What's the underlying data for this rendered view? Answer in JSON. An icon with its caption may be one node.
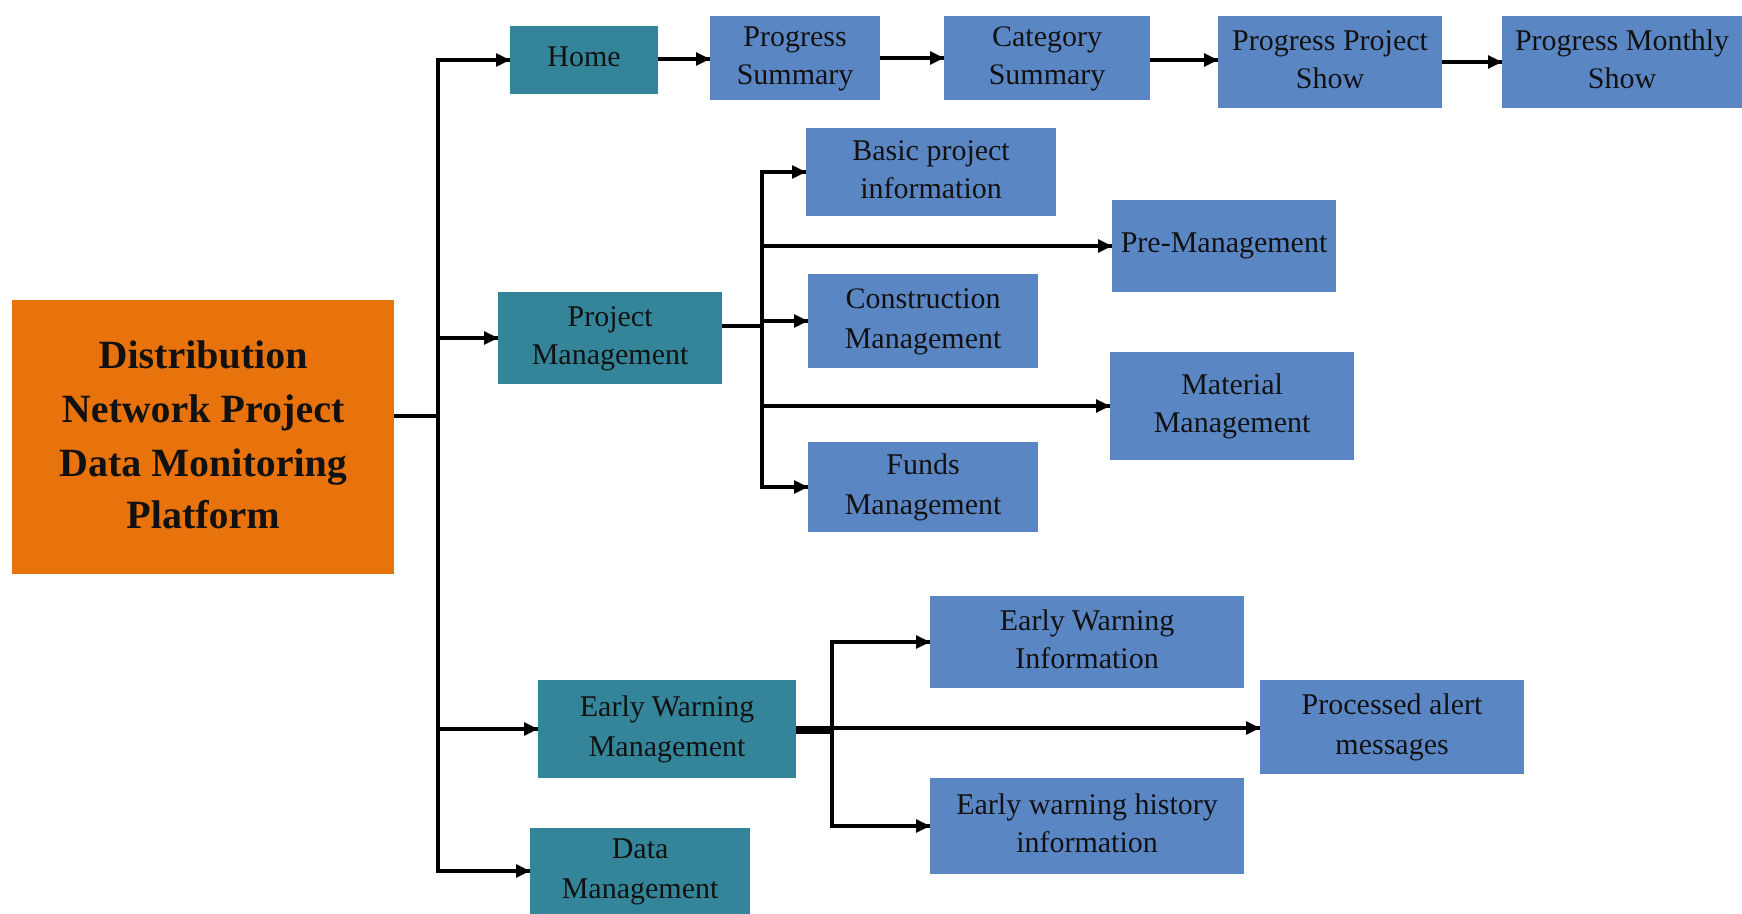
{
  "diagram": {
    "nodes": [
      {
        "text": [
          "Distribution Network Project Data Monitoring Platform"
        ]
      },
      {
        "text": [
          "Home"
        ]
      },
      {
        "text": [
          "Progress Summary"
        ]
      },
      {
        "text": [
          "Category Summary"
        ]
      },
      {
        "text": [
          "Progress Project Show"
        ]
      },
      {
        "text": [
          "Progress Monthly Show"
        ]
      },
      {
        "text": [
          "Project Management"
        ]
      },
      {
        "text": [
          "Basic project information"
        ]
      },
      {
        "text": [
          "Pre-Management"
        ]
      },
      {
        "text": [
          "Construction Management"
        ]
      },
      {
        "text": [
          "Material Management"
        ]
      },
      {
        "text": [
          "Funds Management"
        ]
      },
      {
        "text": [
          "Early Warning Management"
        ]
      },
      {
        "text": [
          "Early Warning Information"
        ]
      },
      {
        "text": [
          "Processed alert messages"
        ]
      },
      {
        "text": [
          "Early warning history information"
        ]
      },
      {
        "text": [
          "Data Management"
        ]
      }
    ],
    "edges": [
      {
        "from": 0,
        "to": 1,
        "arrow": "to"
      },
      {
        "from": 0,
        "to": 6,
        "arrow": "to"
      },
      {
        "from": 0,
        "to": 12,
        "arrow": "to"
      },
      {
        "from": 0,
        "to": 16,
        "arrow": "to"
      },
      {
        "from": 1,
        "to": 2,
        "arrow": "to"
      },
      {
        "from": 2,
        "to": 3,
        "arrow": "to"
      },
      {
        "from": 3,
        "to": 4,
        "arrow": "to"
      },
      {
        "from": 4,
        "to": 5,
        "arrow": "to"
      },
      {
        "from": 6,
        "to": 7,
        "arrow": "to"
      },
      {
        "from": 6,
        "to": 8,
        "arrow": "to"
      },
      {
        "from": 6,
        "to": 9,
        "arrow": "to"
      },
      {
        "from": 6,
        "to": 10,
        "arrow": "to"
      },
      {
        "from": 6,
        "to": 11,
        "arrow": "to"
      },
      {
        "from": 12,
        "to": 13,
        "arrow": "to"
      },
      {
        "from": 12,
        "to": 14,
        "arrow": "to"
      },
      {
        "from": 12,
        "to": 15,
        "arrow": "to"
      }
    ]
  }
}
